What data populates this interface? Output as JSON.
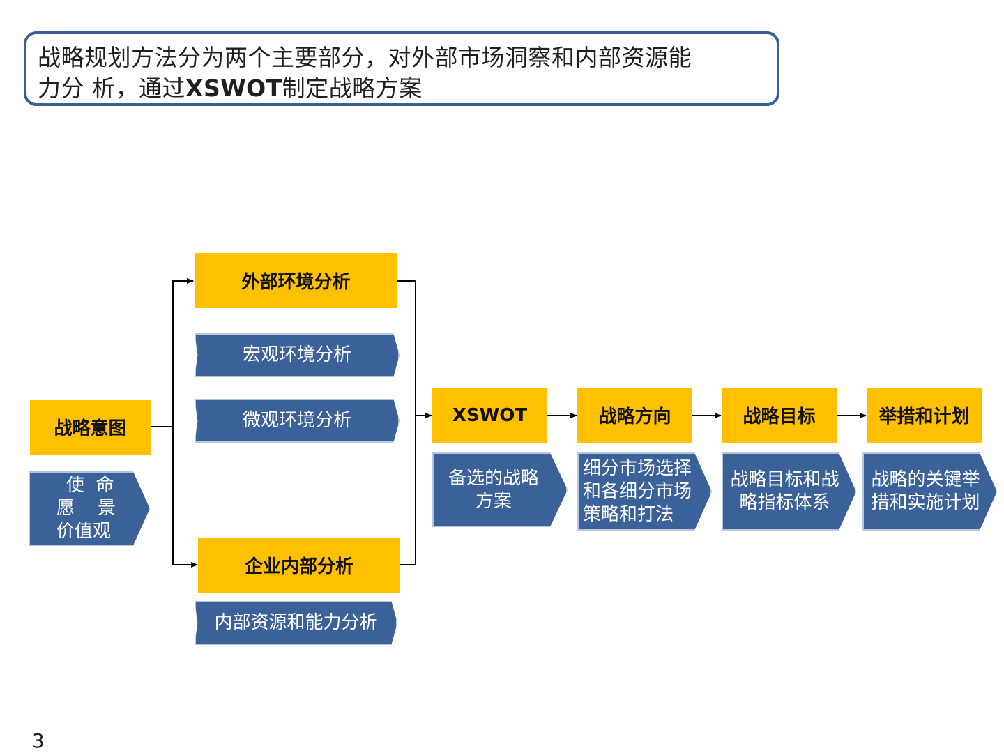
{
  "title": {
    "line1": "战略规划方法分为两个主要部分，对外部市场洞察和内部资源能",
    "line2_pre": "力分 析，通过",
    "line2_bold": "XSWOT",
    "line2_post": "制定战略方案"
  },
  "nodes": {
    "intent": "战略意图",
    "external": "外部环境分析",
    "internal": "企业内部分析",
    "xswot": "XSWOT",
    "direction": "战略方向",
    "goal": "战略目标",
    "plan": "举措和计划"
  },
  "chevrons": {
    "macro": "宏观环境分析",
    "micro": "微观环境分析",
    "resource": "内部资源和能力分析",
    "mission_l1": "使  命",
    "mission_l2": "愿    景",
    "mission_l3": "价值观",
    "alt_l1": "备选的战略",
    "alt_l2": "方案",
    "seg_l1": "细分市场选择",
    "seg_l2": "和各细分市场",
    "seg_l3": "策略和打法",
    "goal_l1": "战略目标和战",
    "goal_l2": "略指标体系",
    "key_l1": "战略的关键举",
    "key_l2": "措和实施计划"
  },
  "colors": {
    "gold": "#ffc000",
    "blue": "#3b6199",
    "border_blue": "#3d5f94"
  },
  "page_number": "3"
}
